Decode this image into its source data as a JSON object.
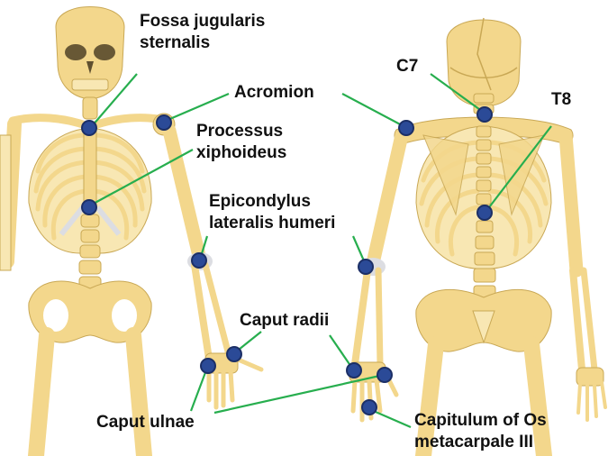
{
  "colors": {
    "bone": "#f3d78c",
    "bone_light": "#f8e7b3",
    "bone_edge": "#c9a855",
    "cartilage": "#dcdde2",
    "marker_fill": "#2b4a97",
    "marker_edge": "#1c2f66",
    "leader_line": "#27ae4e",
    "text": "#111111"
  },
  "labels": {
    "fossa_jugularis": {
      "line1": "Fossa jugularis",
      "line2": "sternalis"
    },
    "acromion": {
      "line1": "Acromion"
    },
    "c7": {
      "line1": "C7"
    },
    "t8": {
      "line1": "T8"
    },
    "processus_xiphoideus": {
      "line1": "Processus",
      "line2": "xiphoideus"
    },
    "epicondylus_lateralis": {
      "line1": "Epicondylus",
      "line2": "lateralis humeri"
    },
    "caput_radii": {
      "line1": "Caput radii"
    },
    "caput_ulnae": {
      "line1": "Caput ulnae"
    },
    "capitulum_metacarpale": {
      "line1": "Capitulum of Os",
      "line2": "metacarpale III"
    }
  },
  "views": [
    "anterior-skeleton",
    "posterior-skeleton"
  ]
}
